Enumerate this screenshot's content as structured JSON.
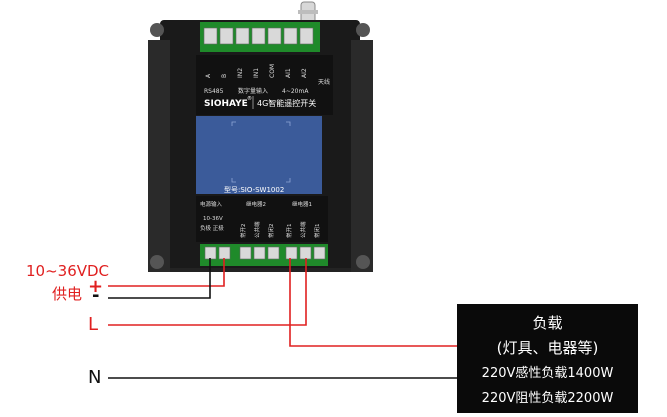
{
  "device": {
    "top_terminals": [
      "A",
      "B",
      "IN2",
      "IN1",
      "COM",
      "AI1",
      "AI2"
    ],
    "antenna_label": "天线",
    "group_labels": [
      "RS485",
      "数字量输入",
      "4~20mA"
    ],
    "brand": "SIOHAYE",
    "brand_mark": "®",
    "product_name": "4G智能遥控开关",
    "model": "型号:SIO-SW1002",
    "bottom_group_labels": [
      "电源输入",
      "继电器2",
      "继电器1"
    ],
    "power_spec": "10-36V",
    "power_terms": "负极 正极",
    "relay_terms": [
      "常开2",
      "公共端",
      "常闭2",
      "常开1",
      "公共端",
      "常闭1"
    ]
  },
  "labels": {
    "voltage": "10~36VDC",
    "supply": "供电",
    "plus": "+",
    "minus": "-",
    "live": "L",
    "neutral": "N"
  },
  "load": {
    "title": "负载",
    "subtitle": "(灯具、电器等)",
    "line1": "220V感性负载1400W",
    "line2": "220V阻性负载2200W"
  },
  "colors": {
    "device_body": "#1c1c1c",
    "terminal_green": "#1f8a2a",
    "screen_blue": "#3b5b9a",
    "wire_red": "#e02020",
    "wire_black": "#111111"
  }
}
